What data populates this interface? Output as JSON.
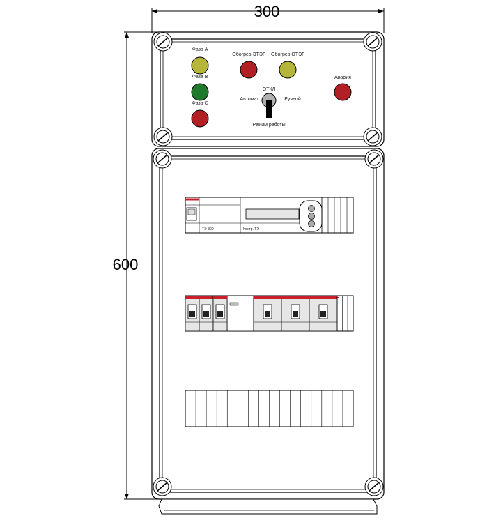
{
  "dimensions": {
    "width_label": "300",
    "height_label": "600"
  },
  "top_panel": {
    "phase_labels": [
      "Фаза А",
      "Фаза В",
      "Фаза С"
    ],
    "phase_colors": [
      "#b5b53a",
      "#1f7a2e",
      "#b21f24"
    ],
    "indicators": [
      {
        "label": "Обогрев ЭТЭГ",
        "color": "#b21f24"
      },
      {
        "label": "Обогрев ОТЭГ",
        "color": "#b5b53a"
      },
      {
        "label": "Авария",
        "color": "#b21f24"
      }
    ],
    "switch": {
      "left_label": "Автомат",
      "top_label": "ОТКЛ",
      "right_label": "Ручной",
      "caption": "Режим работы"
    }
  },
  "devices": {
    "relay_left_label": "ТЭ-300",
    "relay_mid_label": "Контр. ТЭ",
    "breaker_count": 6,
    "terminal_count": 16
  },
  "colors": {
    "outline": "#000000",
    "accent_red": "#c8202a",
    "panel_fill": "#ffffff",
    "device_gray": "#e6e6e6"
  }
}
